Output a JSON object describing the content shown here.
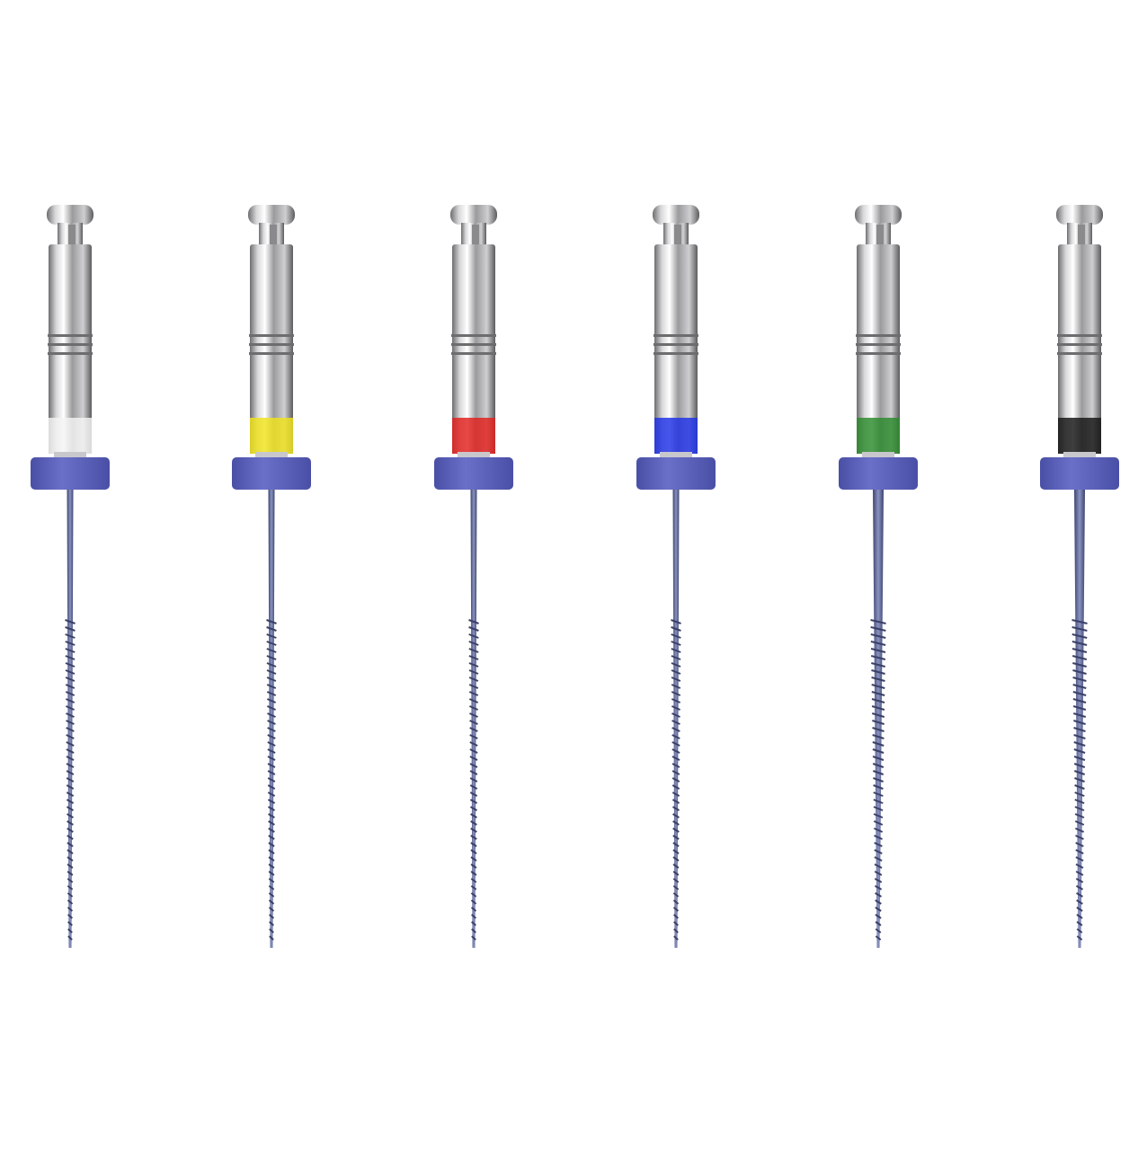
{
  "image": {
    "background": "#ffffff",
    "subject": "endodontic-file-set",
    "stopper_color": "#5a5fb8",
    "needle_color": "#5a6290",
    "files": [
      {
        "band_color": "#f4f4f4",
        "band_name": "white"
      },
      {
        "band_color": "#f0e31a",
        "band_name": "yellow"
      },
      {
        "band_color": "#e21f1c",
        "band_name": "red"
      },
      {
        "band_color": "#1e30e6",
        "band_name": "blue"
      },
      {
        "band_color": "#2b8a2b",
        "band_name": "green"
      },
      {
        "band_color": "#141414",
        "band_name": "black"
      }
    ]
  }
}
